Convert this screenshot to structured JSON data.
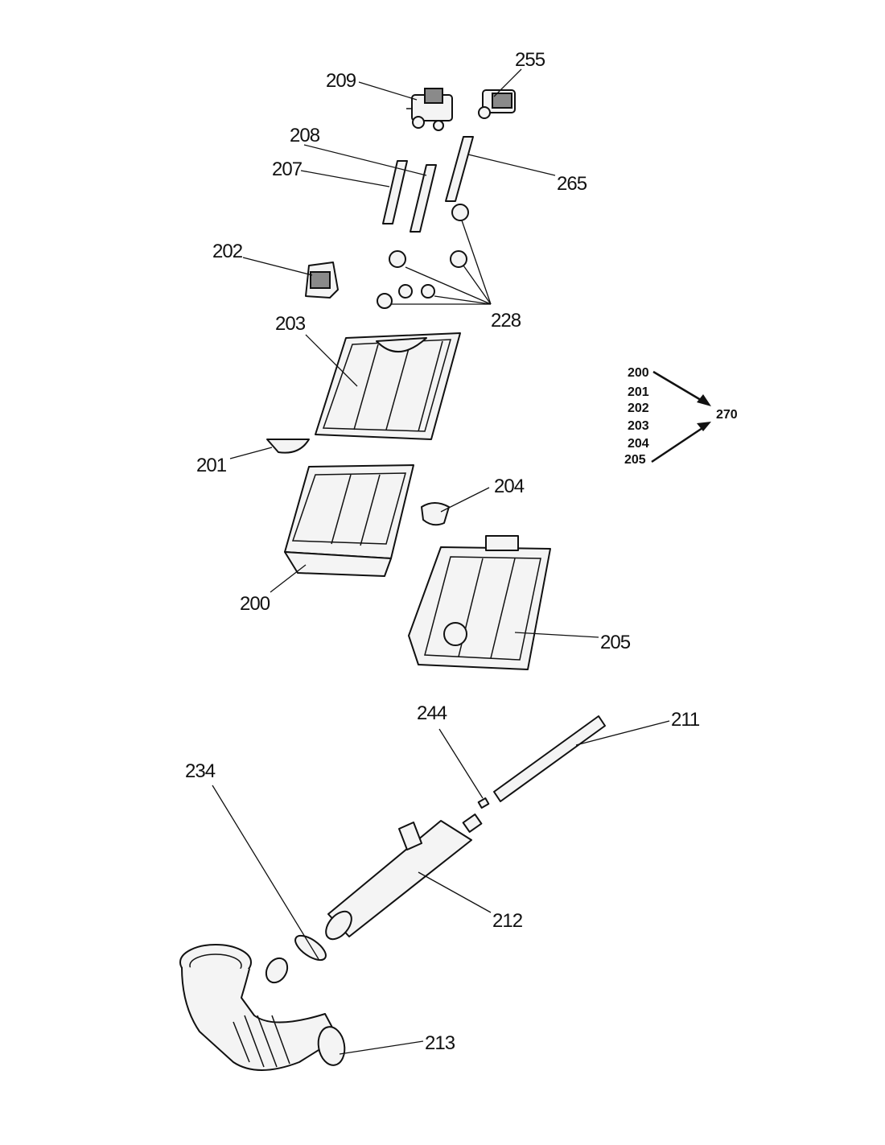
{
  "callouts": {
    "c209": "209",
    "c255": "255",
    "c208": "208",
    "c207": "207",
    "c265": "265",
    "c202": "202",
    "c228": "228",
    "c203": "203",
    "c201": "201",
    "c204": "204",
    "c200": "200",
    "c205": "205",
    "c244": "244",
    "c211": "211",
    "c234": "234",
    "c212": "212",
    "c213": "213"
  },
  "legend": {
    "items": [
      "200",
      "201",
      "202",
      "203",
      "204",
      "205"
    ],
    "target": "270"
  }
}
